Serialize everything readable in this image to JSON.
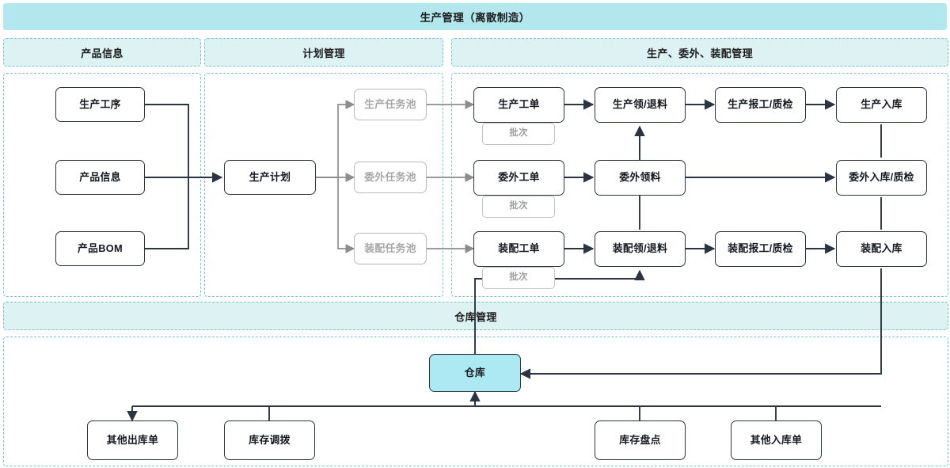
{
  "header": {
    "title": "生产管理（离散制造）"
  },
  "sections": [
    {
      "id": "product-info",
      "label": "产品信息"
    },
    {
      "id": "plan-mgmt",
      "label": "计划管理"
    },
    {
      "id": "prod-out-asm",
      "label": "生产、委外、装配管理"
    },
    {
      "id": "warehouse-mgmt",
      "label": "仓库管理"
    }
  ],
  "nodes": {
    "product": [
      {
        "id": "process",
        "label": "生产工序"
      },
      {
        "id": "product",
        "label": "产品信息"
      },
      {
        "id": "bom",
        "label": "产品BOM"
      }
    ],
    "plan": {
      "id": "plan",
      "label": "生产计划"
    },
    "pools": [
      {
        "id": "pool-prod",
        "label": "生产任务池"
      },
      {
        "id": "pool-out",
        "label": "委外任务池"
      },
      {
        "id": "pool-asm",
        "label": "装配任务池"
      }
    ],
    "rows": [
      {
        "id": "row-production",
        "order": {
          "id": "wo-prod",
          "label": "生产工单"
        },
        "batch": {
          "id": "batch-prod",
          "label": "批次"
        },
        "steps": [
          {
            "id": "pick-prod",
            "label": "生产领/退料"
          },
          {
            "id": "report-prod",
            "label": "生产报工/质检"
          },
          {
            "id": "in-prod",
            "label": "生产入库"
          }
        ]
      },
      {
        "id": "row-outsource",
        "order": {
          "id": "wo-out",
          "label": "委外工单"
        },
        "batch": {
          "id": "batch-out",
          "label": "批次"
        },
        "steps": [
          {
            "id": "pick-out",
            "label": "委外领料"
          },
          {
            "id": "in-out",
            "label": "委外入库/质检"
          }
        ]
      },
      {
        "id": "row-assembly",
        "order": {
          "id": "wo-asm",
          "label": "装配工单"
        },
        "batch": {
          "id": "batch-asm",
          "label": "批次"
        },
        "steps": [
          {
            "id": "pick-asm",
            "label": "装配领/退料"
          },
          {
            "id": "report-asm",
            "label": "装配报工/质检"
          },
          {
            "id": "in-asm",
            "label": "装配入库"
          }
        ]
      }
    ],
    "warehouse": {
      "id": "warehouse",
      "label": "仓库"
    },
    "warehouse_docs": [
      {
        "id": "other-out",
        "label": "其他出库单"
      },
      {
        "id": "transfer",
        "label": "库存调拨"
      },
      {
        "id": "stocktake",
        "label": "库存盘点"
      },
      {
        "id": "other-in",
        "label": "其他入库单"
      }
    ]
  },
  "colors": {
    "title_bar": "#b3e7ee",
    "section_head": "#ddf2f2",
    "section_border": "#7cc2c6",
    "node_border": "#2b3440",
    "ghost_border": "#b9b9b9",
    "warehouse_fill": "#ace9f2",
    "edge": "#2b3440",
    "edge_muted": "#8d8d8d"
  }
}
